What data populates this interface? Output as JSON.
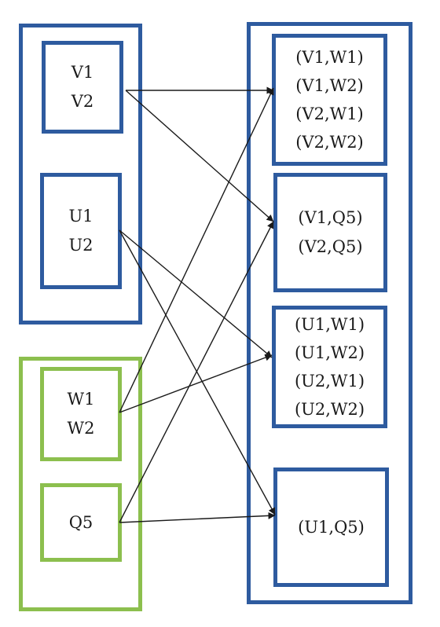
{
  "sources": {
    "blue_group": [
      {
        "id": "v",
        "items": [
          "V1",
          "V2"
        ]
      },
      {
        "id": "u",
        "items": [
          "U1",
          "U2"
        ]
      }
    ],
    "green_group": [
      {
        "id": "w",
        "items": [
          "W1",
          "W2"
        ]
      },
      {
        "id": "q",
        "items": [
          "Q5"
        ]
      }
    ]
  },
  "targets": [
    {
      "id": "vw",
      "items": [
        "(V1,W1)",
        "(V1,W2)",
        "(V2,W1)",
        "(V2,W2)"
      ]
    },
    {
      "id": "vq",
      "items": [
        "(V1,Q5)",
        "(V2,Q5)"
      ]
    },
    {
      "id": "uw",
      "items": [
        "(U1,W1)",
        "(U1,W2)",
        "(U2,W1)",
        "(U2,W2)"
      ]
    },
    {
      "id": "uq",
      "items": [
        "(U1,Q5)"
      ]
    }
  ],
  "edges": [
    {
      "from": "v",
      "to": "vw"
    },
    {
      "from": "v",
      "to": "vq"
    },
    {
      "from": "u",
      "to": "uw"
    },
    {
      "from": "u",
      "to": "uq"
    },
    {
      "from": "w",
      "to": "vw"
    },
    {
      "from": "w",
      "to": "uw"
    },
    {
      "from": "q",
      "to": "vq"
    },
    {
      "from": "q",
      "to": "uq"
    }
  ],
  "colors": {
    "blue": "#2e5b9f",
    "green": "#8cbf4e",
    "arrow": "#1a1a1a"
  }
}
